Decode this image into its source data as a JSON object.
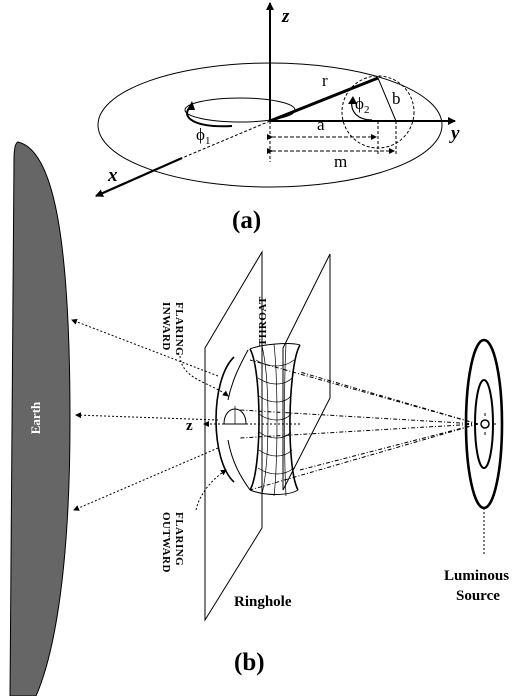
{
  "panel_a": {
    "axes": {
      "z": "z",
      "y": "y",
      "x": "x"
    },
    "labels": {
      "r": "r",
      "b": "b",
      "a": "a",
      "m": "m",
      "phi1": "ϕ",
      "phi1_sub": "1",
      "phi2": "ϕ",
      "phi2_sub": "2"
    },
    "caption": "(a)"
  },
  "panel_b": {
    "earth": "Earth",
    "flaring_inward": [
      "FLARING",
      "INWARD"
    ],
    "flaring_outward": [
      "FLARING",
      "OUTWARD"
    ],
    "throat": "THROAT",
    "z_axis": "z",
    "ringhole": "Ringhole",
    "luminous_source": [
      "Luminous",
      "Source"
    ],
    "caption": "(b)"
  },
  "colors": {
    "earth_fill": "#666666",
    "ink": "#000000"
  }
}
